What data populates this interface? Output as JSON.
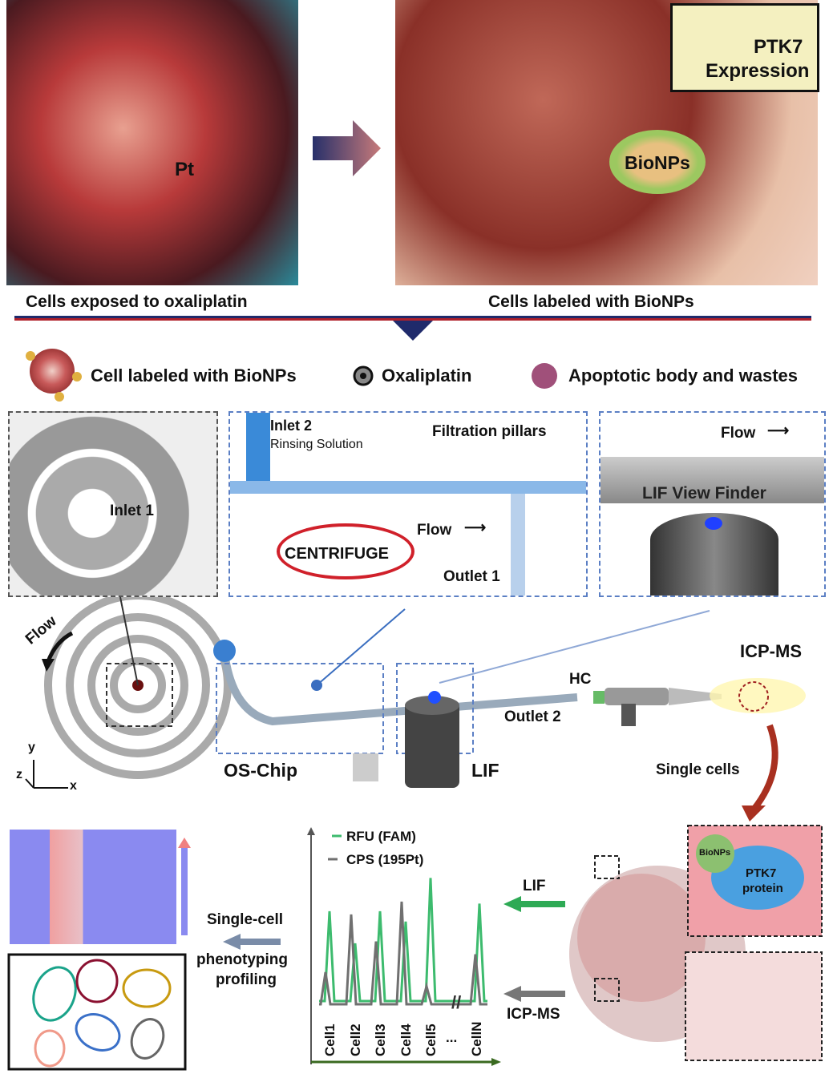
{
  "top": {
    "left_caption": "Cells exposed to oxaliplatin",
    "right_caption": "Cells labeled with BioNPs",
    "bionps_label": "BioNPs",
    "inset_label_line1": "PTK7",
    "inset_label_line2": "Expression",
    "pt_label": "Pt"
  },
  "legend": {
    "items": [
      {
        "label": "Cell labeled with BioNPs",
        "icon": "labeled-cell-icon"
      },
      {
        "label": "Oxaliplatin",
        "icon": "oxaliplatin-ring-icon"
      },
      {
        "label": "Apoptotic body and wastes",
        "icon": "apoptotic-body-icon"
      }
    ]
  },
  "panels": {
    "spiral": {
      "label": "Inlet 1"
    },
    "filter": {
      "inlet2_line1": "Inlet 2",
      "inlet2_line2": "Rinsing Solution",
      "pillars": "Filtration pillars",
      "flow": "Flow",
      "centrifuge": "CENTRIFUGE",
      "outlet1": "Outlet 1"
    },
    "lif": {
      "flow": "Flow",
      "viewfinder": "LIF View Finder"
    }
  },
  "chip": {
    "flow": "Flow",
    "os_chip": "OS-Chip",
    "lif": "LIF",
    "hc": "HC",
    "outlet2": "Outlet 2",
    "icpms": "ICP-MS",
    "single_cells": "Single cells",
    "axis_x": "x",
    "axis_y": "y",
    "axis_z": "z"
  },
  "bottom": {
    "single_cell": "Single-cell",
    "phenotyping": "phenotyping",
    "profiling": "profiling",
    "lif_arrow": "LIF",
    "icpms_arrow": "ICP-MS",
    "bionps": "BioNPs",
    "ptk7_line1": "PTK7",
    "ptk7_line2": "protein"
  },
  "colors": {
    "green": "#3dbb6e",
    "gray": "#707070",
    "navy": "#1f2a6b",
    "red": "#b0202a",
    "blue": "#2f6fd0"
  },
  "chart_data": {
    "type": "line",
    "x_tick_labels": [
      "Cell1",
      "Cell2",
      "Cell3",
      "Cell4",
      "Cell5",
      "...",
      "CellN"
    ],
    "series": [
      {
        "name": "RFU (FAM)",
        "color": "#3dbb6e",
        "values": [
          70,
          45,
          70,
          62,
          96,
          null,
          76
        ]
      },
      {
        "name": "CPS (195Pt)",
        "color": "#707070",
        "values": [
          25,
          70,
          49,
          80,
          14,
          null,
          39
        ]
      }
    ],
    "legend": [
      "RFU (FAM)",
      "CPS (195Pt)"
    ],
    "axis_break": "//",
    "grid": false,
    "legend_placement": "top-left"
  }
}
